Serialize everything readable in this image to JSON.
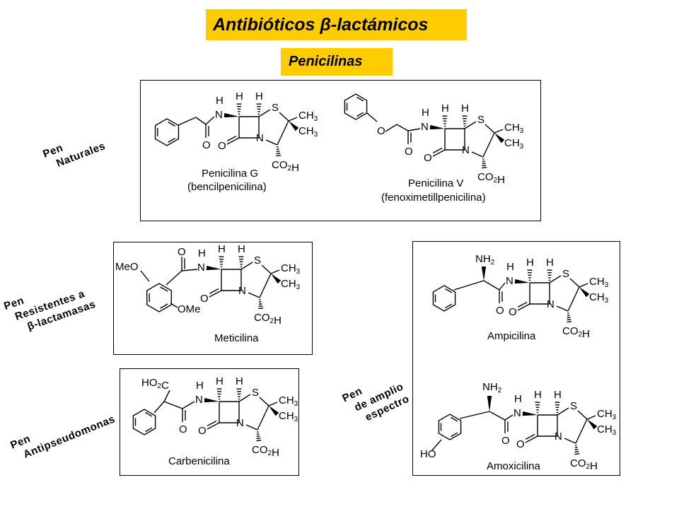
{
  "title": "Antibióticos β-lactámicos",
  "subtitle": "Penicilinas",
  "categories": {
    "naturales": {
      "line1": "Pen",
      "line2": "Naturales"
    },
    "resistentes": {
      "line1": "Pen",
      "line2": "Resistentes a",
      "line3": "β-lactamasas"
    },
    "antipseudomonas": {
      "line1": "Pen",
      "line2": "Antipseudomonas"
    },
    "amplio": {
      "line1": "Pen",
      "line2": "de amplio",
      "line3": "espectro"
    }
  },
  "compounds": {
    "penicilina_g": {
      "name": "Penicilina G",
      "alias": "(bencilpenicilina)"
    },
    "penicilina_v": {
      "name": "Penicilina V",
      "alias": "(fenoximetillpenicilina)"
    },
    "meticilina": {
      "name": "Meticilina"
    },
    "carbenicilina": {
      "name": "Carbenicilina"
    },
    "ampicilina": {
      "name": "Ampicilina"
    },
    "amoxicilina": {
      "name": "Amoxicilina"
    }
  },
  "atoms": {
    "h": "H",
    "s": "S",
    "n": "N",
    "o": "O",
    "ch3": "CH",
    "co": "CO",
    "three": "3",
    "two": "2",
    "hetero_o": "O",
    "meo": "MeO",
    "ome": "OMe",
    "nh": "NH",
    "ho2c_a": "HO",
    "ho2c_b": "C",
    "ho": "HO"
  }
}
